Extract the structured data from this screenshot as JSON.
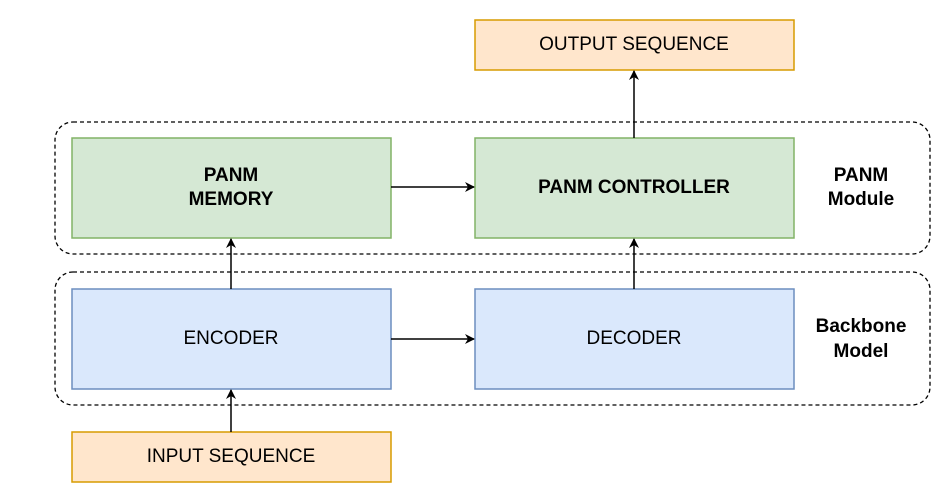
{
  "nodes": {
    "output_sequence": {
      "label": "OUTPUT SEQUENCE",
      "fill": "#ffe6cc",
      "stroke": "#d79b00"
    },
    "panm_memory": {
      "label_line1": "PANM",
      "label_line2": "MEMORY",
      "fill": "#d5e8d4",
      "stroke": "#82b366"
    },
    "panm_controller": {
      "label": "PANM CONTROLLER",
      "fill": "#d5e8d4",
      "stroke": "#82b366"
    },
    "encoder": {
      "label": "ENCODER",
      "fill": "#dae8fc",
      "stroke": "#6c8ebf"
    },
    "decoder": {
      "label": "DECODER",
      "fill": "#dae8fc",
      "stroke": "#6c8ebf"
    },
    "input_sequence": {
      "label": "INPUT SEQUENCE",
      "fill": "#ffe6cc",
      "stroke": "#d79b00"
    }
  },
  "groups": {
    "panm_module": {
      "label_line1": "PANM",
      "label_line2": "Module"
    },
    "backbone_model": {
      "label_line1": "Backbone",
      "label_line2": "Model"
    }
  },
  "edges": [
    {
      "from": "input_sequence",
      "to": "encoder"
    },
    {
      "from": "encoder",
      "to": "decoder"
    },
    {
      "from": "encoder",
      "to": "panm_memory"
    },
    {
      "from": "panm_memory",
      "to": "panm_controller"
    },
    {
      "from": "decoder",
      "to": "panm_controller"
    },
    {
      "from": "panm_controller",
      "to": "output_sequence"
    }
  ]
}
